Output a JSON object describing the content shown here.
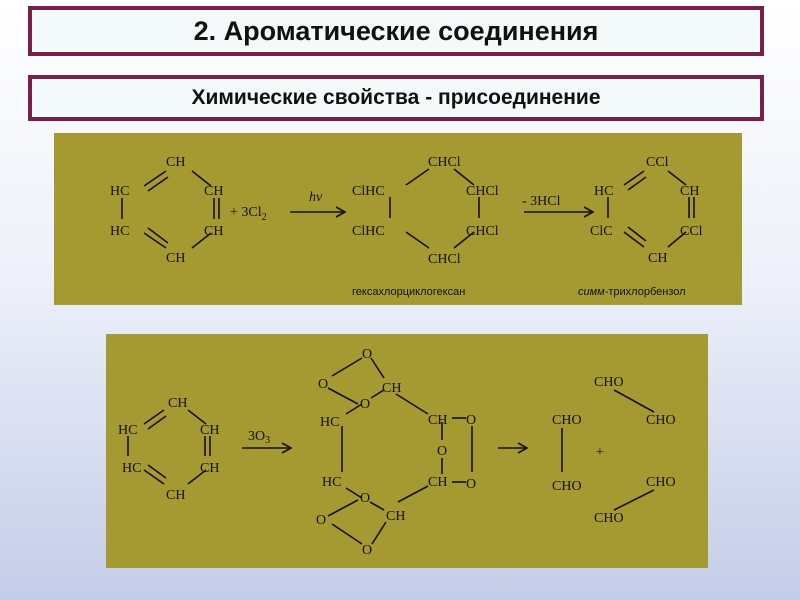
{
  "slide": {
    "title": "2. Ароматические соединения",
    "subtitle": "Химические свойства - присоединение"
  },
  "reaction1": {
    "benzene": {
      "top": "CH",
      "left_top": "HC",
      "right_top": "CH",
      "left_bottom": "HC",
      "right_bottom": "CH",
      "bottom": "CH"
    },
    "reagent": "+ 3Cl",
    "reagent_sub": "2",
    "arrow1_label": "hν",
    "hexachloro": {
      "top": "CHCl",
      "left_top": "ClHC",
      "right_top": "CHCl",
      "left_bottom": "ClHC",
      "right_bottom": "CHCl",
      "bottom": "CHCl"
    },
    "arrow2_label": "- 3HCl",
    "trichloro": {
      "top": "CCl",
      "left_top": "HC",
      "right_top": "CH",
      "left_bottom": "ClC",
      "right_bottom": "CCl",
      "bottom": "CH"
    },
    "caption_hexachloro": "гексахлорциклогексан",
    "caption_trichloro_italic": "симм",
    "caption_trichloro": "-трихлорбензол"
  },
  "reaction2": {
    "benzene": {
      "top": "CH",
      "left_top": "HC",
      "right_top": "CH",
      "left_bottom": "HC",
      "right_bottom": "CH",
      "bottom": "CH"
    },
    "reagent": "3O",
    "reagent_sub": "3",
    "ozonide": {
      "o_top": "O",
      "o_left_upper": "O",
      "o_upper_mid": "O",
      "ch_upper": "CH",
      "hc_left_upper": "HC",
      "ch_right_upper": "CH",
      "o_right_upper": "O",
      "o_ring": "O",
      "hc_left_lower": "HC",
      "ch_right_lower": "CH",
      "o_right_lower": "O",
      "o_lower_mid": "O",
      "ch_lower": "CH",
      "o_left_lower": "O",
      "o_bottom": "O"
    },
    "glyoxal_top": "CHO",
    "glyoxal_bottom": "CHO",
    "plus": "+",
    "prod_a1": "CHO",
    "prod_a2": "CHO",
    "prod_b1": "CHO",
    "prod_b2": "CHO"
  }
}
